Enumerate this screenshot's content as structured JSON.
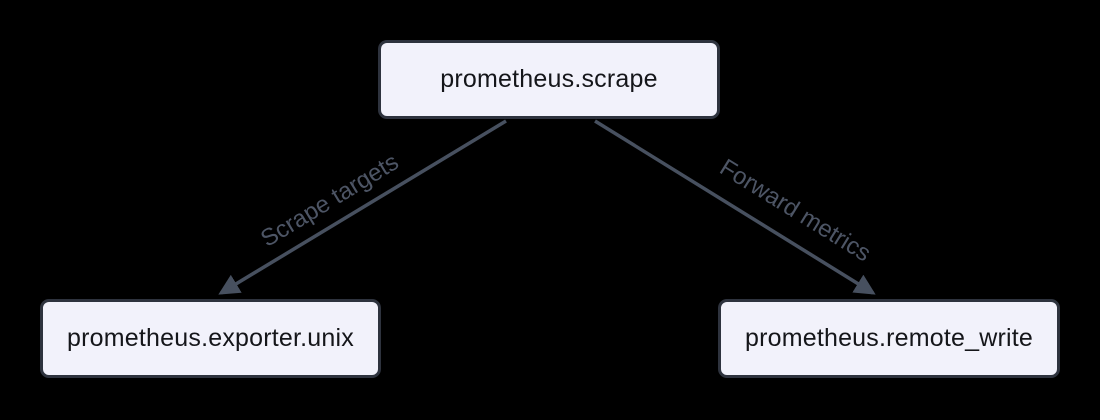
{
  "diagram": {
    "type": "flowchart",
    "background": "#000000",
    "nodes": [
      {
        "id": "scrape",
        "label": "prometheus.scrape"
      },
      {
        "id": "exporter",
        "label": "prometheus.exporter.unix"
      },
      {
        "id": "remote_write",
        "label": "prometheus.remote_write"
      }
    ],
    "edges": [
      {
        "from": "scrape",
        "to": "exporter",
        "label": "Scrape targets"
      },
      {
        "from": "scrape",
        "to": "remote_write",
        "label": "Forward metrics"
      }
    ],
    "colors": {
      "bg": "#000000",
      "node_fill": "#f2f2fb",
      "node_border": "#2e333e",
      "node_text": "#15161a",
      "edge": "#47505f",
      "edge_label": "#4d5565"
    }
  }
}
